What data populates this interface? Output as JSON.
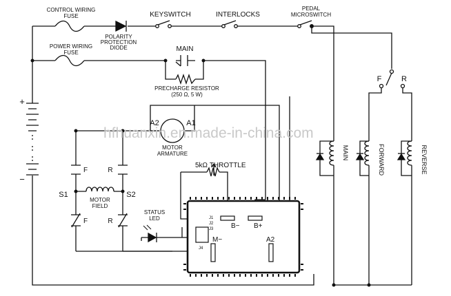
{
  "labels": {
    "control_fuse_1": "CONTROL WIRING",
    "control_fuse_2": "FUSE",
    "polarity_1": "POLARITY",
    "polarity_2": "PROTECTION",
    "polarity_3": "DIODE",
    "keyswitch": "KEYSWITCH",
    "interlocks": "INTERLOCKS",
    "pedal_1": "PEDAL",
    "pedal_2": "MICROSWITCH",
    "power_fuse_1": "POWER WIRING",
    "power_fuse_2": "FUSE",
    "main_contactor": "MAIN",
    "precharge_1": "PRECHARGE RESISTOR",
    "precharge_2": "(250 Ω, 5 W)",
    "battery_plus": "+",
    "battery_minus": "−",
    "a2": "A2",
    "a1": "A1",
    "motor_arm_1": "MOTOR",
    "motor_arm_2": "ARMATURE",
    "fwd_contact_top": "F",
    "rev_contact_top": "R",
    "s1": "S1",
    "s2": "S2",
    "motor_field_1": "MOTOR",
    "motor_field_2": "FIELD",
    "fwd_contact_bottom": "F",
    "rev_contact_bottom": "R",
    "throttle": "5kΩ THROTTLE",
    "status_led_1": "STATUS",
    "status_led_2": "LED",
    "j1": "J1",
    "j2": "J2",
    "j3": "J3",
    "j4": "J4",
    "ctrl_b_minus": "B−",
    "ctrl_b_plus": "B+",
    "ctrl_m_minus": "M−",
    "ctrl_a2": "A2",
    "coil_main": "MAIN",
    "coil_forward": "FORWARD",
    "coil_reverse": "REVERSE",
    "fr_switch_f": "F",
    "fr_switch_r": "R",
    "watermark": "hfhuanxin.en.made-in-china.com"
  }
}
